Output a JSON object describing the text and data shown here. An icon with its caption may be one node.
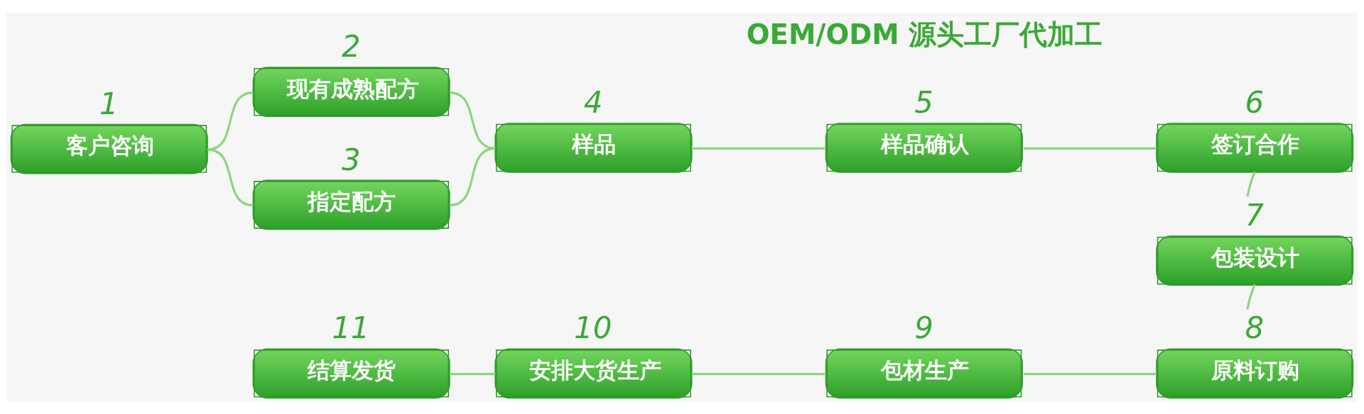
{
  "diagram": {
    "nodes": [
      {
        "text": [
          "1",
          "客户咨询"
        ]
      },
      {
        "text": [
          "2",
          "现有成熟配方"
        ]
      },
      {
        "text": [
          "3",
          "指定配方"
        ]
      },
      {
        "text": [
          "4",
          "样品"
        ]
      },
      {
        "text": [
          "5",
          "样品确认"
        ]
      },
      {
        "text": [
          "6",
          "签订合作"
        ]
      },
      {
        "text": [
          "7",
          "包装设计"
        ]
      },
      {
        "text": [
          "8",
          "原料订购"
        ]
      },
      {
        "text": [
          "9",
          "包材生产"
        ]
      },
      {
        "text": [
          "10",
          "安排大货生产"
        ]
      },
      {
        "text": [
          "11",
          "结算发货"
        ]
      }
    ],
    "edges": [
      {
        "from": 0,
        "to": 1,
        "arrow": "none"
      },
      {
        "from": 0,
        "to": 2,
        "arrow": "none"
      },
      {
        "from": 1,
        "to": 3,
        "arrow": "none"
      },
      {
        "from": 2,
        "to": 3,
        "arrow": "none"
      },
      {
        "from": 3,
        "to": 4,
        "arrow": "none"
      },
      {
        "from": 4,
        "to": 5,
        "arrow": "none"
      },
      {
        "from": 5,
        "to": 6,
        "arrow": "none"
      },
      {
        "from": 6,
        "to": 7,
        "arrow": "none"
      },
      {
        "from": 7,
        "to": 8,
        "arrow": "none"
      },
      {
        "from": 8,
        "to": 9,
        "arrow": "none"
      },
      {
        "from": 9,
        "to": 10,
        "arrow": "none"
      }
    ],
    "labels": [
      "OEM/ODM 源头工厂代加工"
    ]
  }
}
